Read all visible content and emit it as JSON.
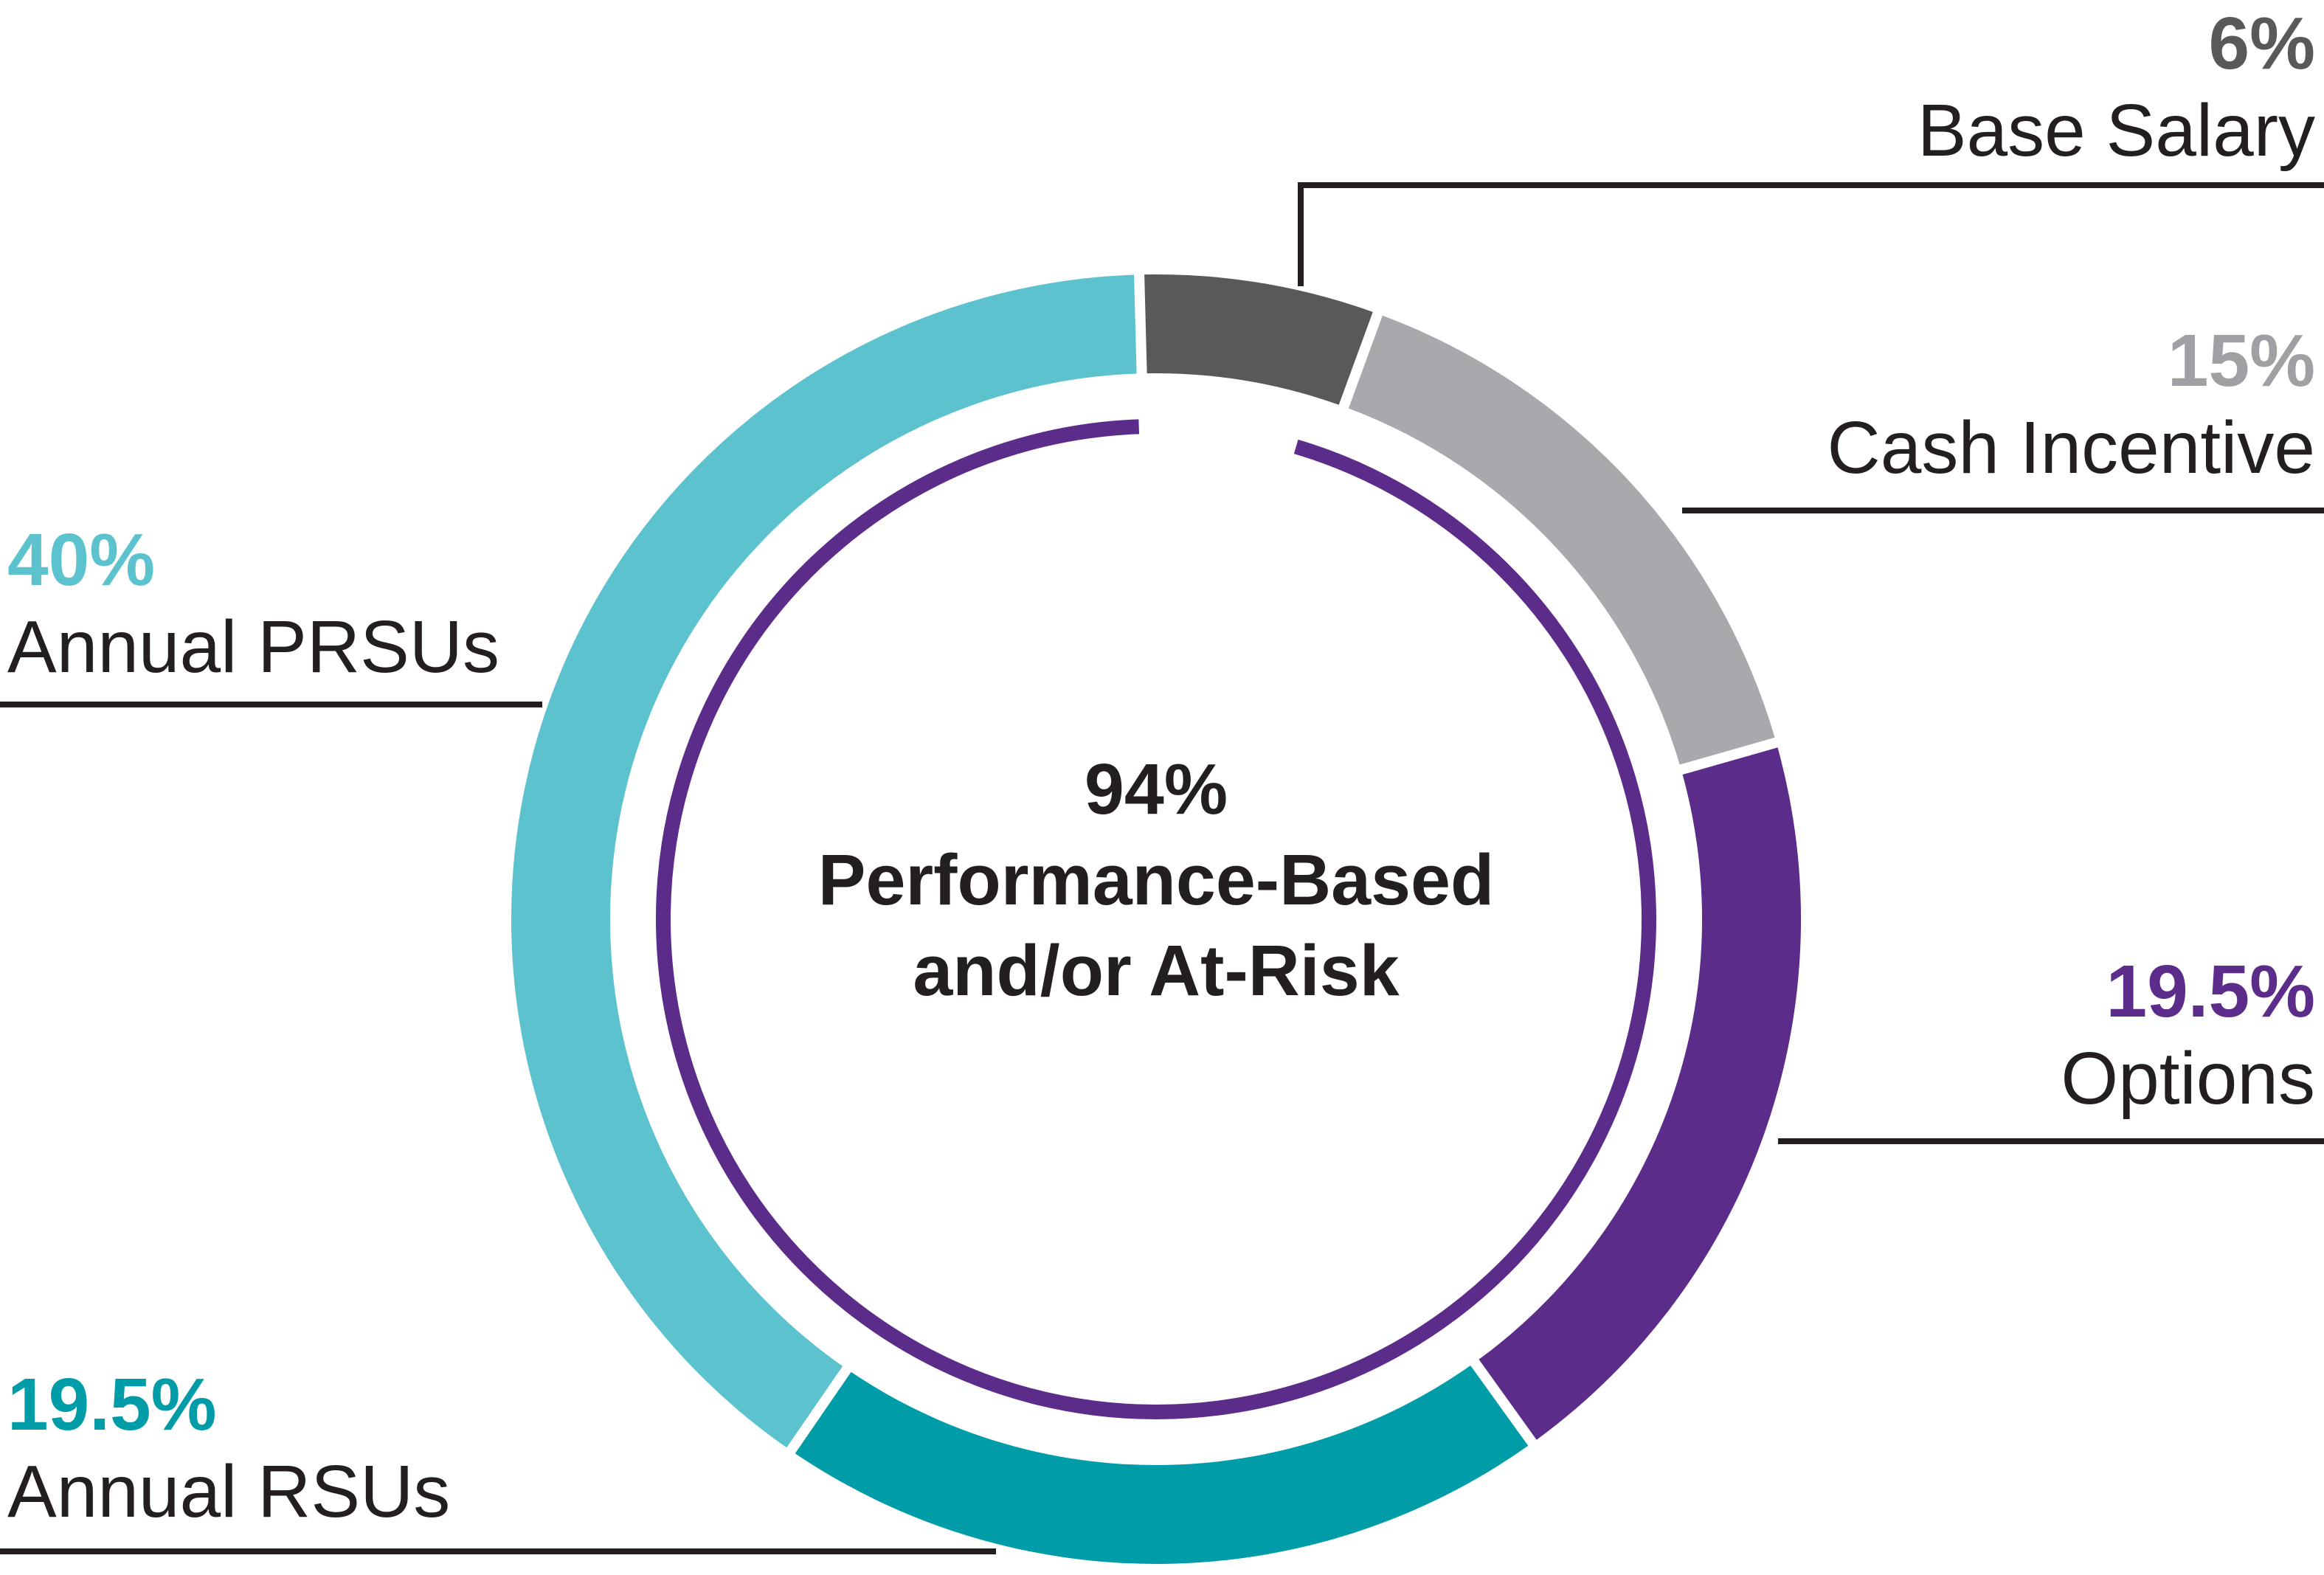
{
  "chart_data": {
    "type": "pie",
    "subtype": "donut",
    "title": "",
    "legend_position": "callout-labels",
    "center_label": {
      "pct": "94%",
      "line1": "Performance-Based",
      "line2": "and/or At-Risk"
    },
    "inner_ring": {
      "value": 94,
      "color": "#5C2C8A",
      "meaning": "94% Performance-Based and/or At-Risk"
    },
    "segments": [
      {
        "label": "Base Salary",
        "pct_text": "6%",
        "value": 6,
        "color": "#58595B",
        "pct_color": "#58595B"
      },
      {
        "label": "Cash Incentive",
        "pct_text": "15%",
        "value": 15,
        "color": "#A7A9AC",
        "pct_color": "#9EA0A3"
      },
      {
        "label": "Options",
        "pct_text": "19.5%",
        "value": 19.5,
        "color": "#5C2C8A",
        "pct_color": "#5C2C8A"
      },
      {
        "label": "Annual RSUs",
        "pct_text": "19.5%",
        "value": 19.5,
        "color": "#009DA9",
        "pct_color": "#009DA9"
      },
      {
        "label": "Annual PRSUs",
        "pct_text": "40%",
        "value": 40,
        "color": "#5CC3CE",
        "pct_color": "#5CC3CE"
      }
    ],
    "colors": {
      "text": "#231F20",
      "leader_line": "#231F20",
      "background": "#FFFFFF"
    }
  }
}
